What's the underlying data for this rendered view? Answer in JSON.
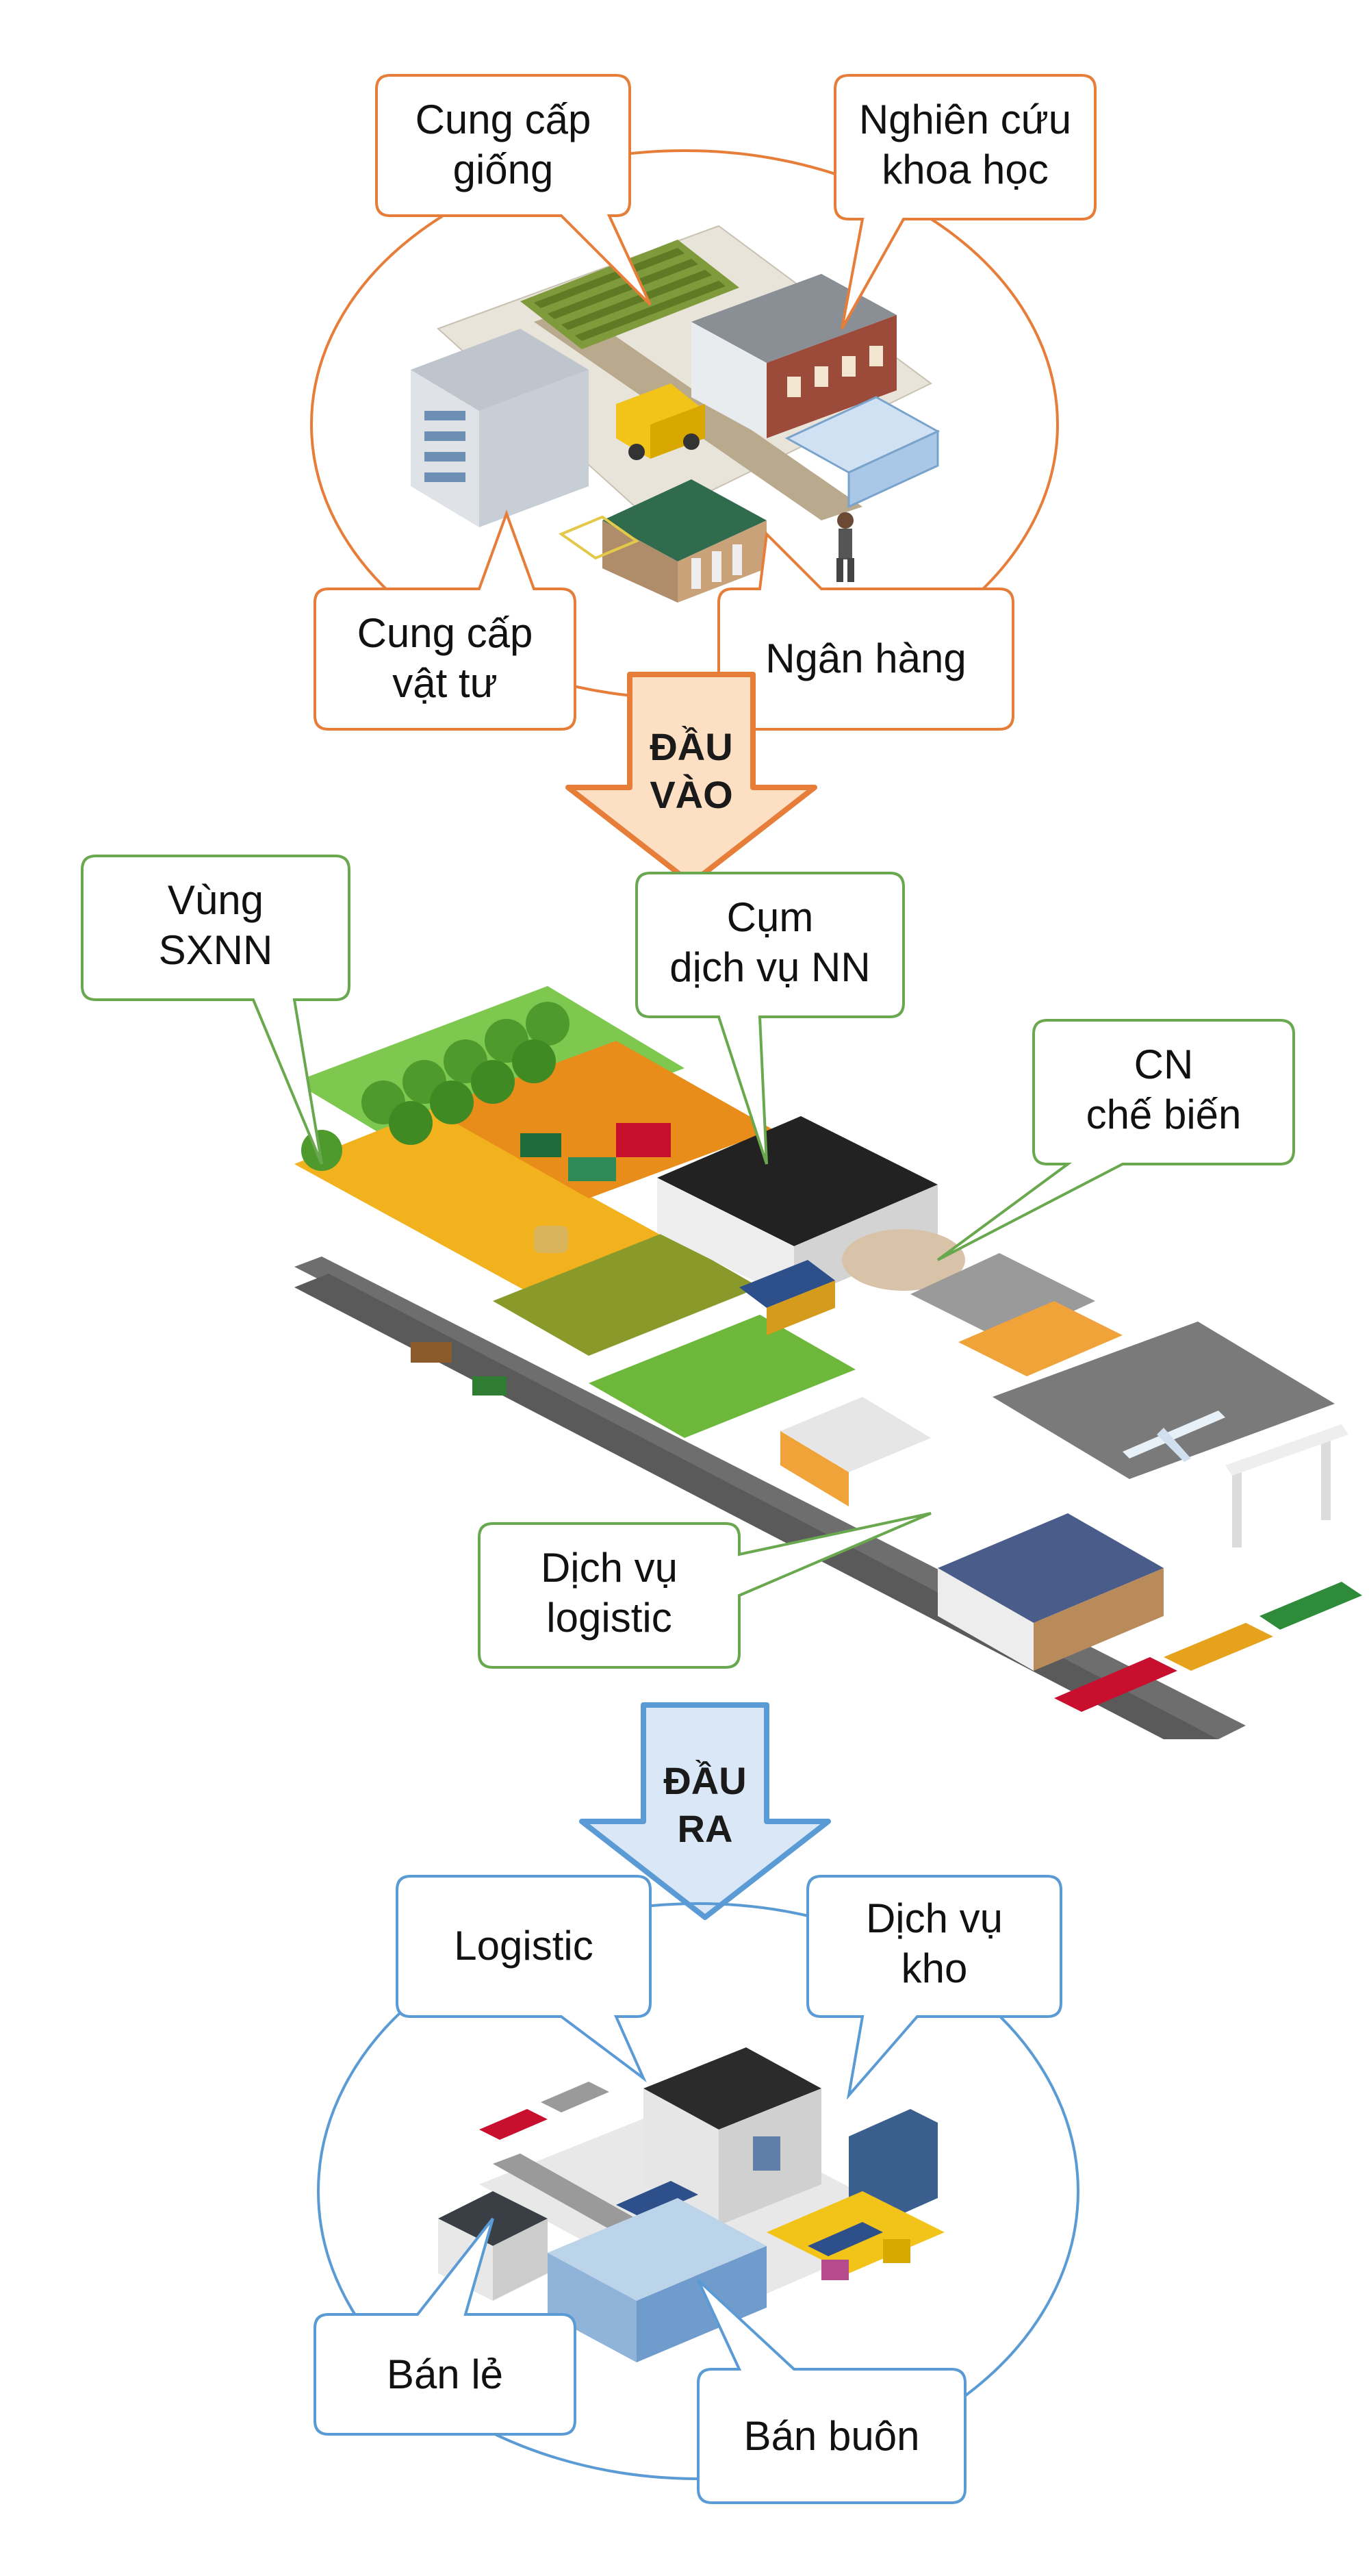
{
  "colors": {
    "input_accent": "#e67e3a",
    "input_arrow_fill": "#fde0c3",
    "production_accent": "#6aa84f",
    "output_accent": "#5b9bd5",
    "output_arrow_fill": "#d9e7f6"
  },
  "input": {
    "labels": {
      "seed_supply": [
        "Cung cấp",
        "giống"
      ],
      "research": [
        "Nghiên cứu",
        "khoa học"
      ],
      "material_supply": [
        "Cung cấp",
        "vật tư"
      ],
      "bank": [
        "Ngân hàng"
      ]
    },
    "arrow": [
      "ĐẦU",
      "VÀO"
    ],
    "illustration_icons": [
      "farm-field-icon",
      "office-building-icon",
      "greenhouse-icon",
      "delivery-van-icon",
      "bank-building-icon",
      "walking-person-icon"
    ]
  },
  "production": {
    "labels": {
      "farm_zone": [
        "Vùng",
        "SXNN"
      ],
      "service_cluster": [
        "Cụm",
        "dịch vụ NN"
      ],
      "processing": [
        "CN",
        "chế biến"
      ],
      "logistics_service": [
        "Dịch vụ",
        "logistic"
      ]
    },
    "illustration_icons": [
      "tree-icon",
      "crop-field-icon",
      "harvester-icon",
      "warehouse-icon",
      "factory-icon",
      "airplane-icon",
      "port-crane-icon",
      "train-icon",
      "truck-icon"
    ]
  },
  "output": {
    "arrow": [
      "ĐẦU",
      "RA"
    ],
    "labels": {
      "logistics": [
        "Logistic"
      ],
      "warehouse_service": [
        "Dịch vụ",
        "kho"
      ],
      "retail": [
        "Bán lẻ"
      ],
      "wholesale": [
        "Bán buôn"
      ]
    },
    "illustration_icons": [
      "distribution-center-icon",
      "shop-icon",
      "forklift-icon",
      "truck-icon",
      "train-icon"
    ]
  }
}
